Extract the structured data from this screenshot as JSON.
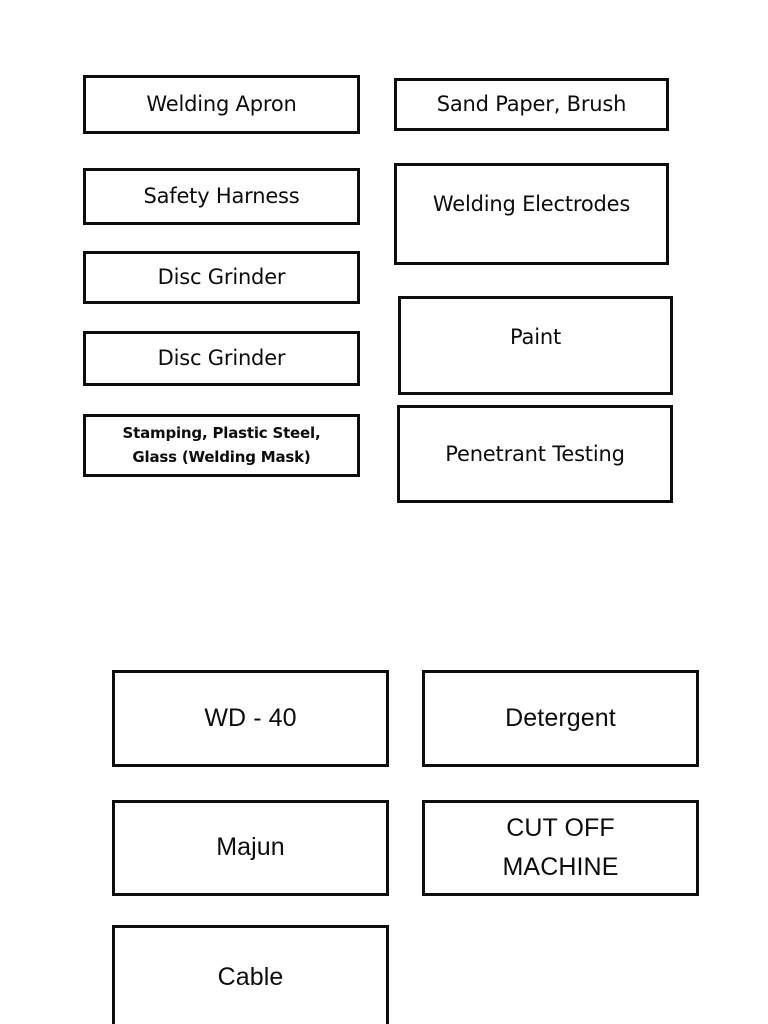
{
  "document": {
    "title": "Welding Equipment and Materials Boxes",
    "background_color": "#ffffff",
    "border_color": "#0d0d0d",
    "text_color": "#0d0d0d"
  },
  "upper_group": {
    "left_column": [
      {
        "label": "Welding Apron"
      },
      {
        "label": "Safety Harness"
      },
      {
        "label": "Disc Grinder"
      },
      {
        "label": "Disc Grinder"
      },
      {
        "label": "Stamping, Plastic Steel,\nGlass (Welding Mask)"
      }
    ],
    "right_column": [
      {
        "label": "Sand Paper, Brush"
      },
      {
        "label": "Welding Electrodes"
      },
      {
        "label": "Paint"
      },
      {
        "label": "Penetrant Testing"
      }
    ]
  },
  "lower_group": {
    "left_column": [
      {
        "label": "WD - 40"
      },
      {
        "label": "Majun"
      },
      {
        "label": "Cable"
      }
    ],
    "right_column": [
      {
        "label": "Detergent"
      },
      {
        "label": "CUT OFF\nMACHINE"
      }
    ]
  }
}
